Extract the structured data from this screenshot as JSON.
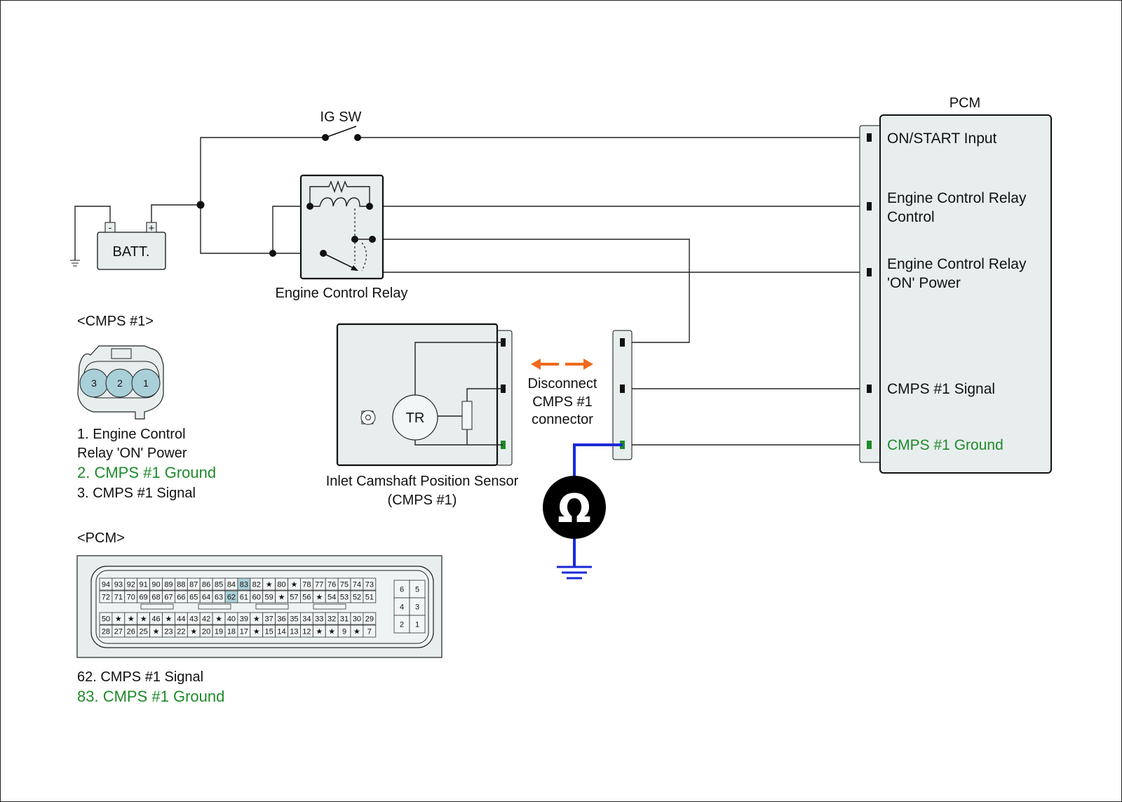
{
  "battery": {
    "label": "BATT.",
    "neg": "-",
    "pos": "+"
  },
  "ig_switch": {
    "label": "IG SW"
  },
  "relay": {
    "label": "Engine Control Relay"
  },
  "pcm": {
    "title": "PCM",
    "terminals": [
      {
        "text": "ON/START Input"
      },
      {
        "lines": [
          "Engine Control Relay",
          "Control"
        ]
      },
      {
        "lines": [
          "Engine Control Relay",
          "'ON' Power"
        ]
      },
      {
        "text": "CMPS #1 Signal"
      },
      {
        "text": "CMPS #1 Ground",
        "highlight": true
      }
    ]
  },
  "sensor": {
    "inner_label": "TR",
    "caption_lines": [
      "Inlet Camshaft Position Sensor",
      "(CMPS #1)"
    ]
  },
  "disconnect": {
    "lines": [
      "Disconnect",
      "CMPS #1",
      "connector"
    ]
  },
  "ohmmeter": {
    "symbol": "Ω"
  },
  "cmps_connector": {
    "title": "<CMPS #1>",
    "pins": [
      "3",
      "2",
      "1"
    ],
    "legend": [
      {
        "text": "1. Engine Control",
        "highlight": false
      },
      {
        "text": "Relay 'ON' Power",
        "highlight": false
      },
      {
        "text": "2. CMPS #1 Ground",
        "highlight": true
      },
      {
        "text": "3. CMPS #1 Signal",
        "highlight": false
      }
    ]
  },
  "pcm_connector": {
    "title": "<PCM>",
    "rows": [
      [
        "94",
        "93",
        "92",
        "91",
        "90",
        "89",
        "88",
        "87",
        "86",
        "85",
        "84",
        "83",
        "82",
        "★",
        "80",
        "★",
        "78",
        "77",
        "76",
        "75",
        "74",
        "73"
      ],
      [
        "72",
        "71",
        "70",
        "69",
        "68",
        "67",
        "66",
        "65",
        "64",
        "63",
        "62",
        "61",
        "60",
        "59",
        "★",
        "57",
        "56",
        "★",
        "54",
        "53",
        "52",
        "51"
      ],
      [
        "50",
        "★",
        "★",
        "★",
        "46",
        "★",
        "44",
        "43",
        "42",
        "★",
        "40",
        "39",
        "★",
        "37",
        "36",
        "35",
        "34",
        "33",
        "32",
        "31",
        "30",
        "29"
      ],
      [
        "28",
        "27",
        "26",
        "25",
        "★",
        "23",
        "22",
        "★",
        "20",
        "19",
        "18",
        "17",
        "★",
        "15",
        "14",
        "13",
        "12",
        "★",
        "★",
        "9",
        "★",
        "7"
      ]
    ],
    "highlighted": [
      "83",
      "62"
    ],
    "side_pins": [
      [
        "6",
        "5"
      ],
      [
        "4",
        "3"
      ],
      [
        "2",
        "1"
      ]
    ],
    "legend": [
      {
        "text": "62. CMPS #1 Signal",
        "highlight": false
      },
      {
        "text": "83. CMPS #1 Ground",
        "highlight": true
      }
    ]
  },
  "colors": {
    "ground_highlight": "#1f8a2a",
    "meter_lead": "#1a2ad6",
    "arrow": "#f06a1a",
    "pin_highlight": "#a9cfd8",
    "panel_fill": "#e8eeee"
  }
}
